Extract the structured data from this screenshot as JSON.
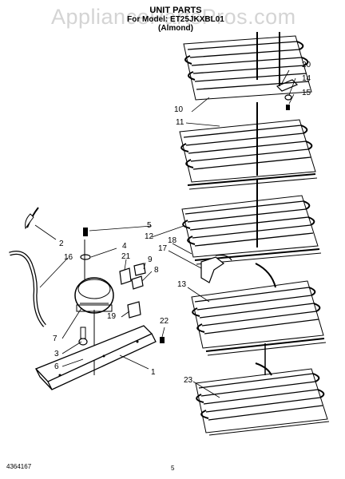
{
  "watermark": "AppliancePartsPros.com",
  "title": {
    "line1": "UNIT PARTS",
    "line2": "For Model: ET25JKXBL01",
    "line3": "(Almond)"
  },
  "callouts": [
    "20",
    "14",
    "10",
    "15",
    "11",
    "5",
    "12",
    "18",
    "17",
    "2",
    "4",
    "16",
    "21",
    "9",
    "8",
    "13",
    "19",
    "7",
    "22",
    "3",
    "6",
    "1",
    "23"
  ],
  "footer": {
    "part_number": "4364167",
    "page_number": "5"
  }
}
